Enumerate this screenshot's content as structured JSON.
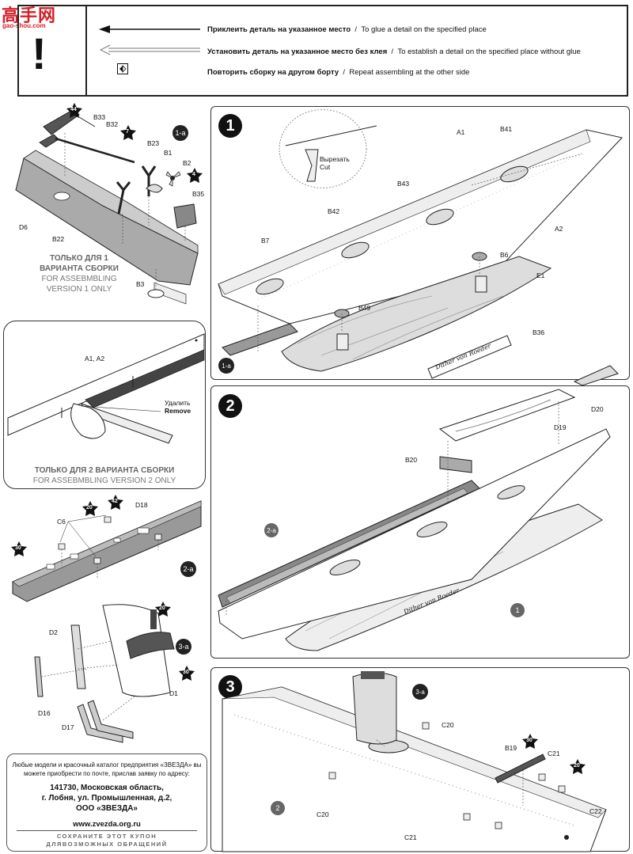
{
  "logo": {
    "main": "高手网",
    "sub": "gao-shou.com"
  },
  "legend": {
    "exclamation": "!",
    "glue_ru": "Приклеить деталь на указанное место",
    "glue_en": "To glue a detail on the specified place",
    "noglue_ru": "Установить деталь на указанное место без клея",
    "noglue_en": "To establish a detail on the specified place without glue",
    "repeat_ru": "Повторить сборку на другом борту",
    "repeat_en": "Repeat assembling at the other side",
    "separator": "/"
  },
  "stepA": {
    "badge": "1-a",
    "parts": {
      "p44": "44",
      "b33": "B33",
      "b32": "B32",
      "p7": "7",
      "b23": "B23",
      "b1": "B1",
      "b2": "B2",
      "p4": "4",
      "b35": "B35",
      "d6": "D6",
      "b22": "B22",
      "b3": "B3"
    },
    "note_ru": "ТОЛЬКО ДЛЯ 1 ВАРИАНТА СБОРКИ",
    "note_en": "FOR ASSEBMBLING VERSION 1 ONLY"
  },
  "stepB": {
    "parts": {
      "a1a2": "A1, A2",
      "remove_ru": "Удалить",
      "remove_en": "Remove"
    },
    "note_ru": "ТОЛЬКО ДЛЯ 2 ВАРИАНТА СБОРКИ",
    "note_en": "FOR ASSEBMBLING VERSION 2 ONLY"
  },
  "step2a": {
    "badge": "2-a",
    "parts": {
      "p20": "20",
      "p42": "42",
      "d18": "D18",
      "c6": "C6",
      "p30": "30"
    }
  },
  "step3a": {
    "badge": "3-a",
    "parts": {
      "p20": "20",
      "d2": "D2",
      "p30": "30",
      "d1": "D1",
      "d16": "D16",
      "d17": "D17"
    }
  },
  "step1": {
    "number": "1",
    "parts": {
      "cut_ru": "Вырезать",
      "cut_en": "Cut",
      "a1": "A1",
      "b41": "B41",
      "b43": "B43",
      "a2": "A2",
      "b42": "B42",
      "b7": "B7",
      "b6": "B6",
      "e1": "E1",
      "b49": "B49",
      "b36": "B36",
      "sub": "1-a",
      "plate": "Dither von Roeder"
    }
  },
  "step2": {
    "number": "2",
    "parts": {
      "d20": "D20",
      "d19": "D19",
      "b20": "B20",
      "sub": "2-a",
      "ref": "1",
      "plate": "Dither von Roeder"
    }
  },
  "step3": {
    "number": "3",
    "parts": {
      "sub": "3-a",
      "c20": "C20",
      "b19": "B19",
      "p30": "30",
      "c21a": "C21",
      "p20": "20",
      "c22": "C22",
      "c20b": "C20",
      "ref": "2",
      "c21b": "C21"
    }
  },
  "coupon": {
    "line1": "Любые модели и красочный каталог предприятия «ЗВЕЗДА» вы можете приобрести по почте, прислав заявку по адресу:",
    "addr1": "141730, Московская область,",
    "addr2": "г. Лобня, ул. Промышленная, д.2,",
    "addr3": "ООО «ЗВЕЗДА»",
    "url": "www.zvezda.org.ru",
    "keep1": "СОХРАНИТЕ ЭТОТ КУПОН",
    "keep2": "ДЛЯВОЗМОЖНЫХ ОБРАЩЕНИЙ"
  }
}
